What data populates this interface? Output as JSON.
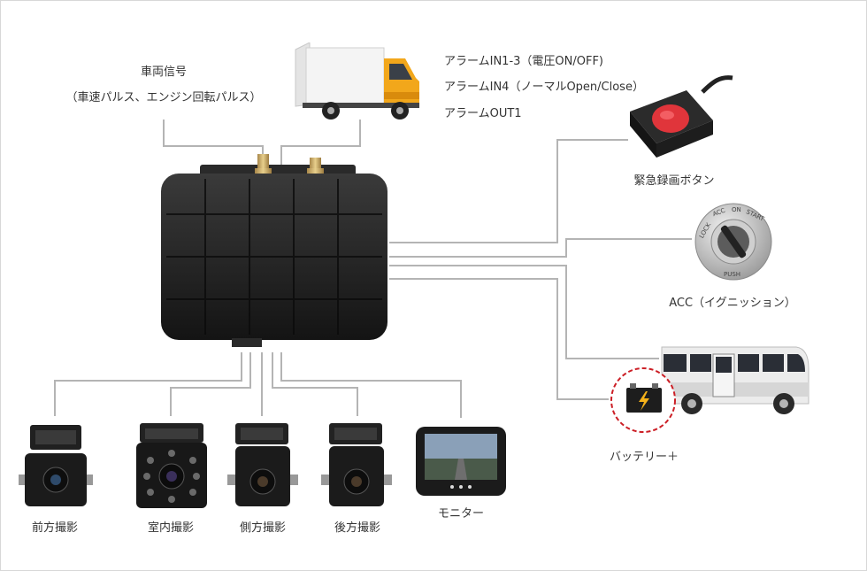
{
  "labels": {
    "vehicle_signal": "車両信号",
    "vehicle_signal_sub": "（車速パルス、エンジン回転パルス）",
    "alarm_1": "アラームIN1-3（電圧ON/OFF)",
    "alarm_2": "アラームIN4（ノーマルOpen/Close）",
    "alarm_3": "アラームOUT1",
    "emergency_button": "緊急録画ボタン",
    "acc": "ACC（イグニッション）",
    "battery": "バッテリー＋",
    "front_cam": "前方撮影",
    "interior_cam": "室内撮影",
    "side_cam": "側方撮影",
    "rear_cam": "後方撮影",
    "monitor": "モニター"
  },
  "ignition_key": {
    "lock": "LOCK",
    "acc": "ACC",
    "on": "ON",
    "start": "START",
    "push": "PUSH"
  },
  "colors": {
    "wire": "#b4b4b4",
    "recorder": "#1f1f1f",
    "truck_cab": "#f2a71b",
    "button_red": "#e0353b",
    "battery_ring": "#cc1f26"
  }
}
